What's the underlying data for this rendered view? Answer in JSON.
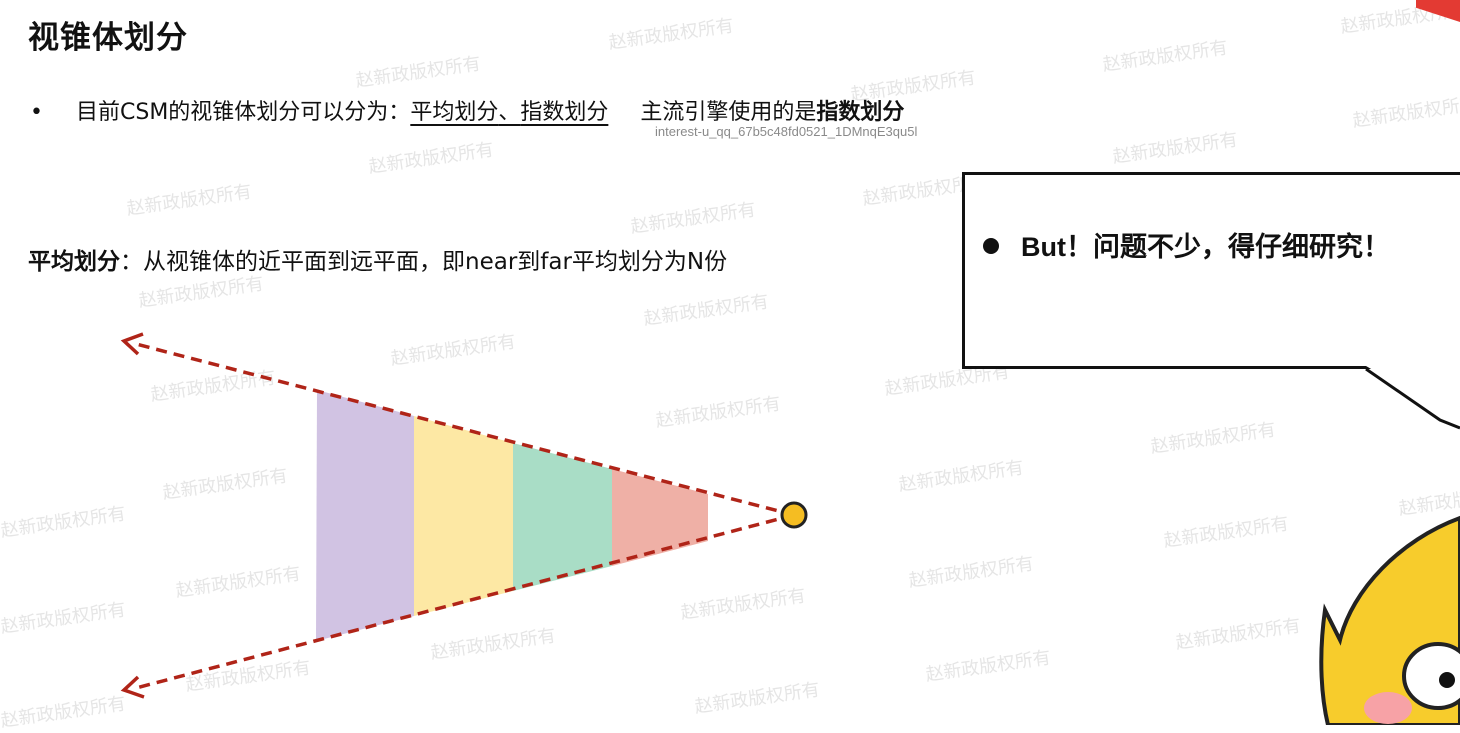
{
  "slide": {
    "title": "视锥体划分",
    "bullet": {
      "text_intro": "目前CSM的视锥体划分可以分为：",
      "method_avg": "平均划分",
      "separator": "、",
      "method_exp": "指数划分",
      "engine_text": "主流引擎使用的是",
      "engine_method": "指数划分"
    },
    "identifier": "interest-u_qq_67b5c48fd0521_1DMnqE3qu5l",
    "avg_def": {
      "label": "平均划分",
      "text": "：从视锥体的近平面到远平面，即near到far平均划分为N份"
    }
  },
  "callout": {
    "text": "But！问题不少，得仔细研究！"
  },
  "watermark": "赵新政版权所有",
  "colors": {
    "dashed_line": "#b02418",
    "split_1": "#d1c3e3",
    "split_2": "#fde8a4",
    "split_3": "#a9ddc6",
    "split_4": "#efb0a6",
    "eye_point": "#f5bd22",
    "mascot": "#f7cc2c"
  }
}
